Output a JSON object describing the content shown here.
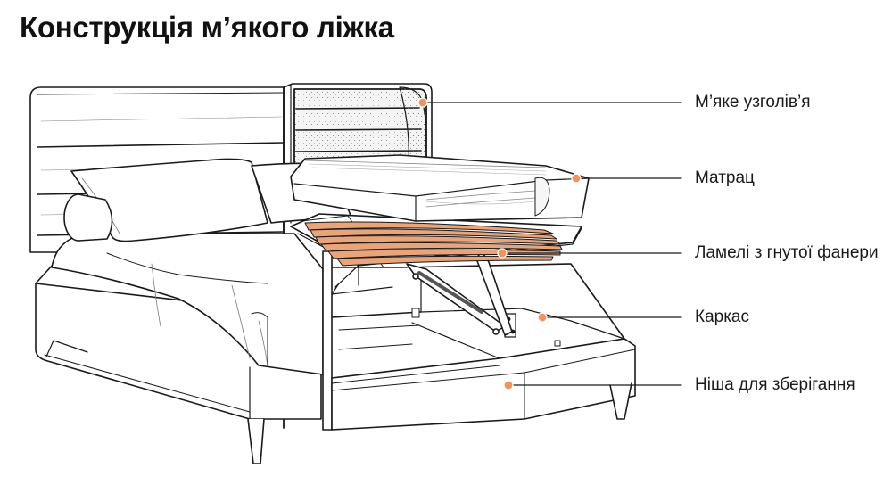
{
  "title": "Конструкція м’якого ліжка",
  "colors": {
    "accent": "#f2935a",
    "slat": "#e9a47a",
    "line": "#1a1a1a",
    "background": "#ffffff"
  },
  "callouts": [
    {
      "id": "headboard",
      "label": "М’яке узголів’я"
    },
    {
      "id": "mattress",
      "label": "Матрац"
    },
    {
      "id": "slats",
      "label": "Ламелі з гнутої фанери"
    },
    {
      "id": "frame",
      "label": "Каркас"
    },
    {
      "id": "storage",
      "label": "Ніша для зберігання"
    }
  ]
}
